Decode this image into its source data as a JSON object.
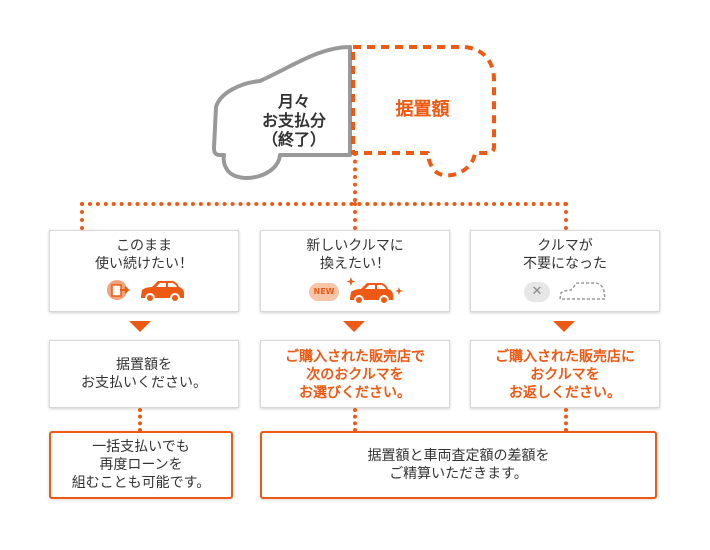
{
  "top": {
    "car_label": "月々\nお支払分\n（終了）",
    "residual_label": "据置額"
  },
  "columns": [
    {
      "option_label": "このまま\n使い続けたい！",
      "badge_icon": "document-arrow-icon",
      "action_label": "据置額を\nお支払いください。"
    },
    {
      "option_label": "新しいクルマに\n換えたい！",
      "badge_label": "NEW",
      "action_label": "ご購入された販売店で\n次のおクルマを\nお選びください。"
    },
    {
      "option_label": "クルマが\n不要になった",
      "badge_icon": "cross-icon",
      "action_label": "ご購入された販売店に\nおクルマを\nお返しください。"
    }
  ],
  "results": {
    "left": "一括支払いでも\n再度ローンを\n組むことも可能です。",
    "right": "据置額と車両査定額の差額を\nご精算いただきます。"
  },
  "colors": {
    "accent": "#ee5a14",
    "car_outline": "#999999"
  }
}
